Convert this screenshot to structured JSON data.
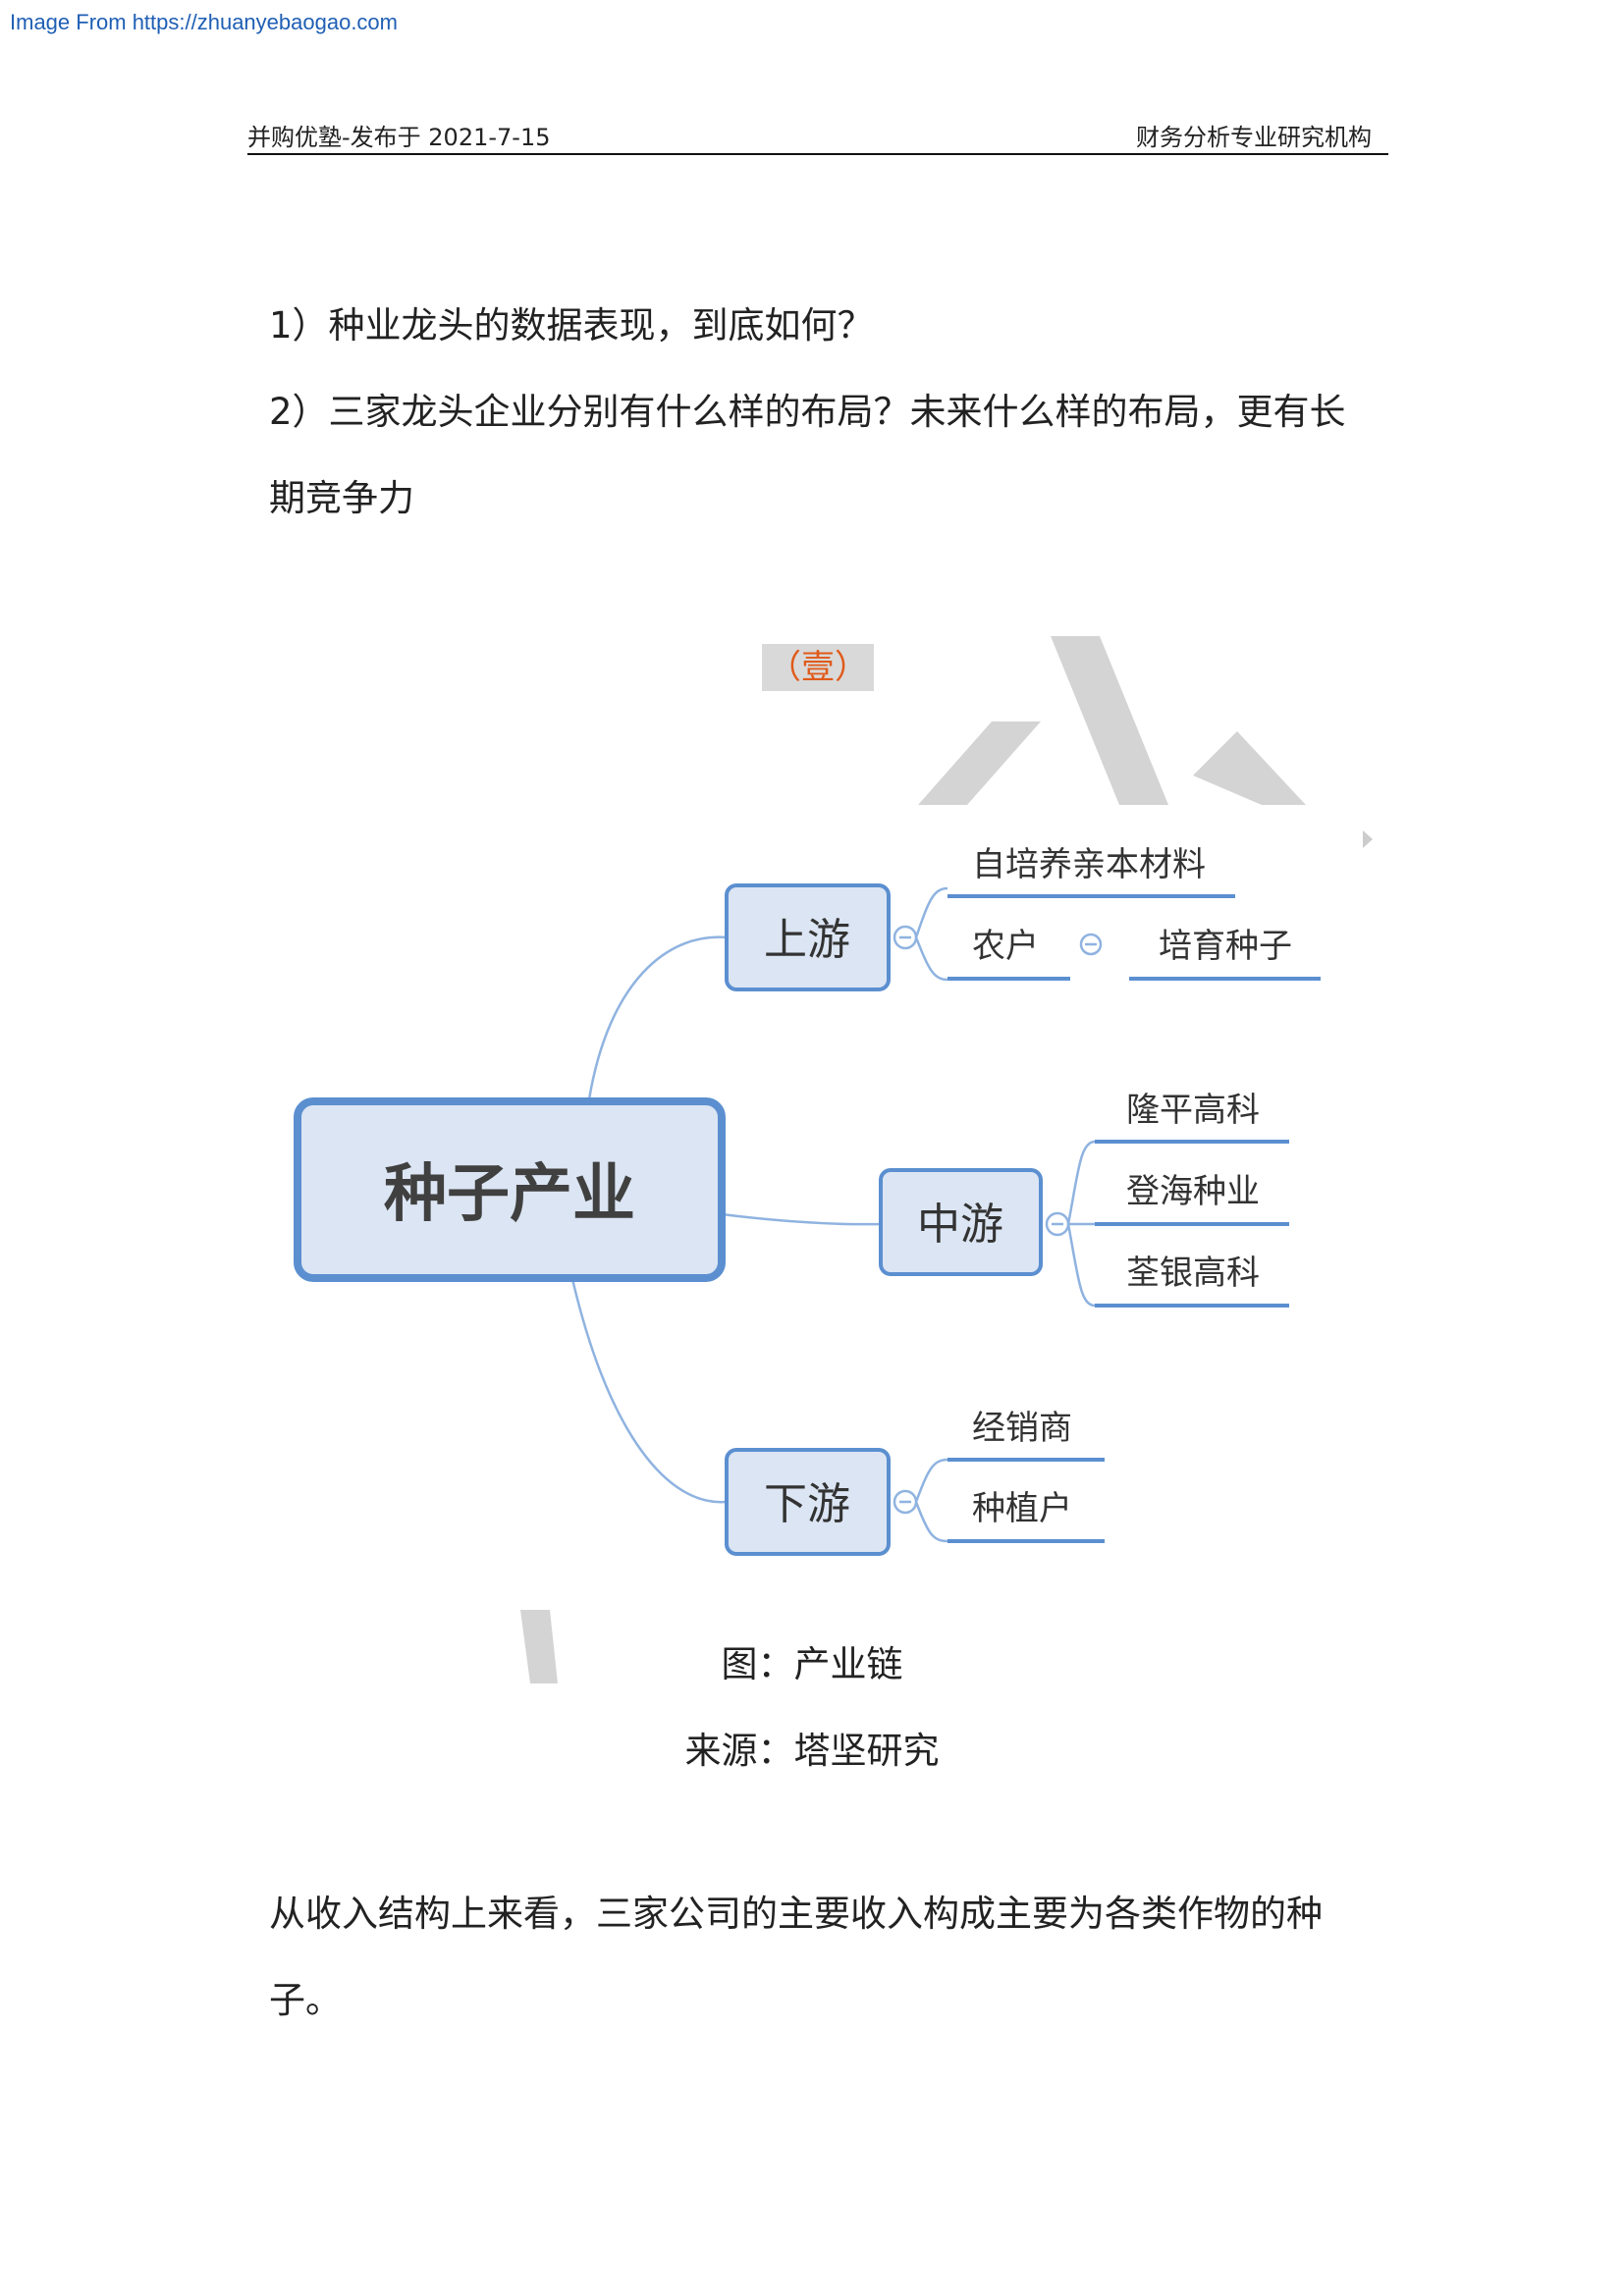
{
  "source_link": "Image From https://zhuanyebaogao.com",
  "header": {
    "left": "并购优塾-发布于 2021-7-15",
    "right": "财务分析专业研究机构"
  },
  "questions": {
    "q1": "1）种业龙头的数据表现，到底如何？",
    "q2_line1": "2）三家龙头企业分别有什么样的布局？未来什么样的布局，更有长",
    "q2_line2": "期竞争力"
  },
  "section_tag": "（壹）",
  "mindmap": {
    "root": "种子产业",
    "upstream": {
      "label": "上游",
      "child_1": "自培养亲本材料",
      "child_2": "农户",
      "child_2_sub": "培育种子"
    },
    "midstream": {
      "label": "中游",
      "child_1": "隆平高科",
      "child_2": "登海种业",
      "child_3": "荃银高科"
    },
    "downstream": {
      "label": "下游",
      "child_1": "经销商",
      "child_2": "种植户"
    }
  },
  "figure_caption": "图：产业链",
  "figure_source": "来源：塔坚研究",
  "body": {
    "line1": "从收入结构上来看，三家公司的主要收入构成主要为各类作物的种",
    "line2": "子。"
  }
}
